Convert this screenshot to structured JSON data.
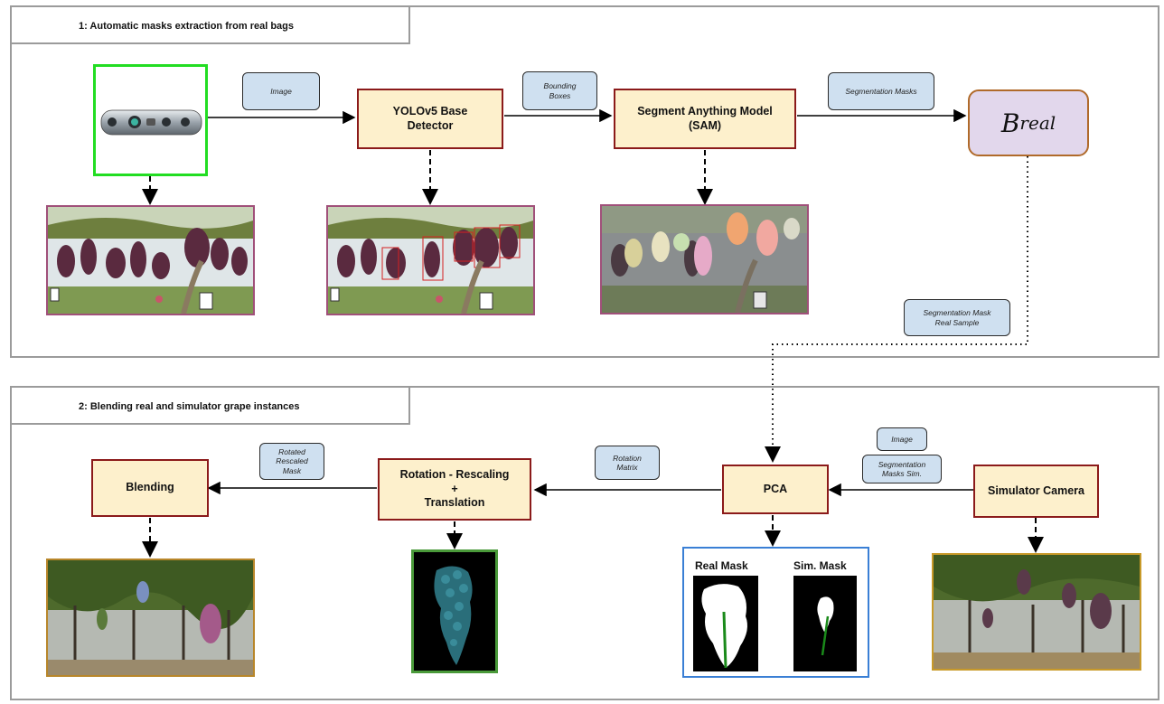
{
  "panel1": {
    "title": "1: Automatic masks extraction from real bags"
  },
  "panel2": {
    "title": "2: Blending real and simulator grape instances"
  },
  "nodes": {
    "yolo": "YOLOv5 Base\nDetector",
    "sam": "Segment Anything Model\n(SAM)",
    "breal_base": "B",
    "breal_sub": "real",
    "blending": "Blending",
    "rotation": "Rotation - Rescaling\n+\nTranslation",
    "pca": "PCA",
    "sim_camera": "Simulator Camera"
  },
  "edge_labels": {
    "image_1": "Image",
    "bounding_boxes": "Bounding\nBoxes",
    "segmentation_masks": "Segmentation Masks",
    "seg_mask_real": "Segmentation Mask\nReal Sample",
    "image_2": "Image",
    "seg_masks_sim": "Segmentation\nMasks Sim.",
    "rotation_matrix": "Rotation\nMatrix",
    "rotated_rescaled": "Rotated\nRescaled\nMask"
  },
  "mask_panel": {
    "real_mask": "Real Mask",
    "sim_mask": "Sim. Mask"
  },
  "colors": {
    "node_fill": "#fdf0cc",
    "node_border": "#8b1a1a",
    "label_fill": "#cfe0f0",
    "breal_fill": "#e2d7ec",
    "breal_border": "#b06a2a",
    "camera_frame": "#22dd22",
    "photo_frame_real": "#a0507a",
    "photo_frame_sim": "#b8862a",
    "mask_frame": "#3a7fd5",
    "rot_frame": "#4a9a3a"
  }
}
